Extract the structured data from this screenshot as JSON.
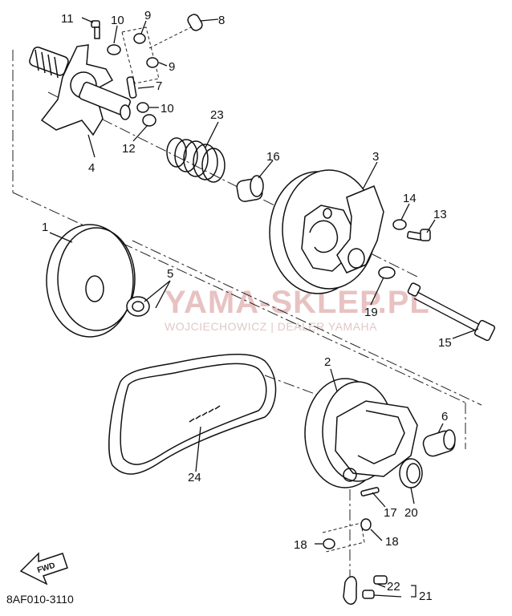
{
  "diagram": {
    "code": "8AF010-3110",
    "fwd_label": "FWD"
  },
  "watermark": {
    "brand": "YAMA-SKLEP.PL",
    "dealer": "WOJCIECHOWICZ | DEALER YAMAHA"
  },
  "callouts": [
    {
      "id": "11",
      "label": "11"
    },
    {
      "id": "10a",
      "label": "10"
    },
    {
      "id": "9a",
      "label": "9"
    },
    {
      "id": "8",
      "label": "8"
    },
    {
      "id": "9b",
      "label": "9"
    },
    {
      "id": "7",
      "label": "7"
    },
    {
      "id": "10b",
      "label": "10"
    },
    {
      "id": "12",
      "label": "12"
    },
    {
      "id": "4",
      "label": "4"
    },
    {
      "id": "23",
      "label": "23"
    },
    {
      "id": "16",
      "label": "16"
    },
    {
      "id": "3",
      "label": "3"
    },
    {
      "id": "14",
      "label": "14"
    },
    {
      "id": "13",
      "label": "13"
    },
    {
      "id": "1",
      "label": "1"
    },
    {
      "id": "5",
      "label": "5"
    },
    {
      "id": "19",
      "label": "19"
    },
    {
      "id": "15",
      "label": "15"
    },
    {
      "id": "2",
      "label": "2"
    },
    {
      "id": "6",
      "label": "6"
    },
    {
      "id": "24",
      "label": "24"
    },
    {
      "id": "17",
      "label": "17"
    },
    {
      "id": "20",
      "label": "20"
    },
    {
      "id": "18a",
      "label": "18"
    },
    {
      "id": "18b",
      "label": "18"
    },
    {
      "id": "22",
      "label": "22"
    },
    {
      "id": "21",
      "label": "21"
    }
  ]
}
